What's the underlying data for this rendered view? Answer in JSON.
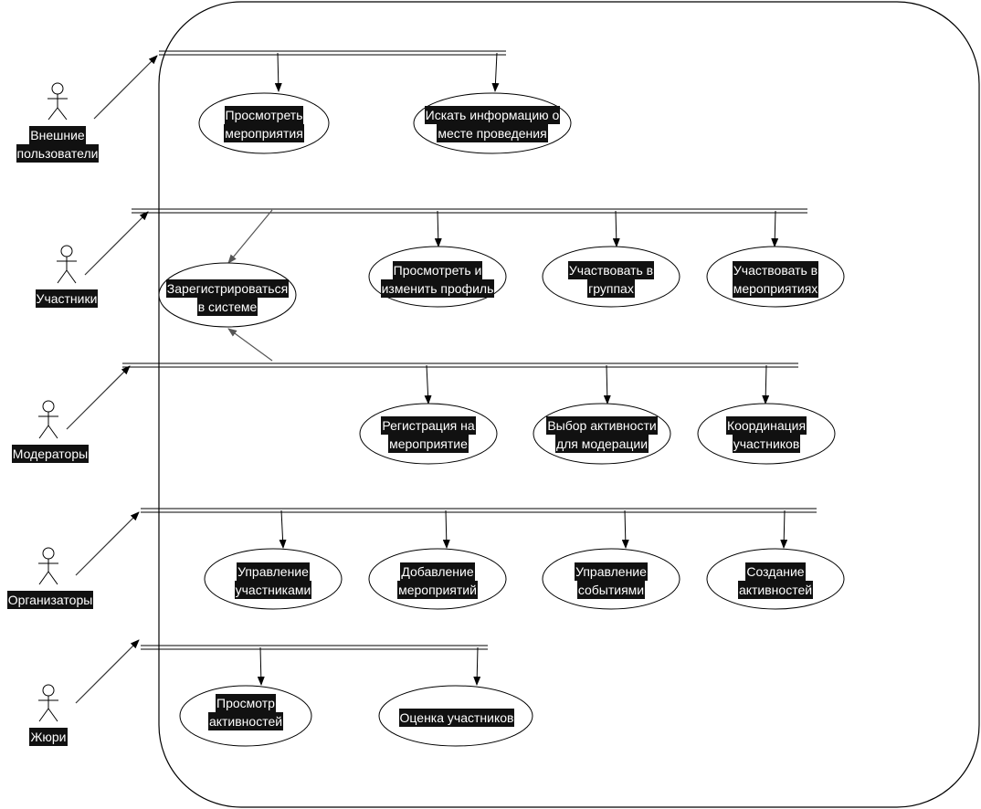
{
  "actors": [
    {
      "id": "external",
      "label_lines": [
        "Внешние",
        "пользователи"
      ]
    },
    {
      "id": "participants",
      "label_lines": [
        "Участники"
      ]
    },
    {
      "id": "moderators",
      "label_lines": [
        "Модераторы"
      ]
    },
    {
      "id": "organizers",
      "label_lines": [
        "Организаторы"
      ]
    },
    {
      "id": "jury",
      "label_lines": [
        "Жюри"
      ]
    }
  ],
  "use_cases": [
    {
      "id": "view-events",
      "label_lines": [
        "Просмотреть",
        "мероприятия"
      ]
    },
    {
      "id": "search-venue",
      "label_lines": [
        "Искать информацию о",
        "месте проведения"
      ]
    },
    {
      "id": "register-system",
      "label_lines": [
        "Зарегистрироваться",
        "в системе"
      ]
    },
    {
      "id": "view-edit-profile",
      "label_lines": [
        "Просмотреть и",
        "изменить профиль"
      ]
    },
    {
      "id": "join-groups",
      "label_lines": [
        "Участвовать в",
        "группах"
      ]
    },
    {
      "id": "join-events",
      "label_lines": [
        "Участвовать в",
        "мероприятиях"
      ]
    },
    {
      "id": "event-registration",
      "label_lines": [
        "Регистрация на",
        "мероприятие"
      ]
    },
    {
      "id": "select-activity",
      "label_lines": [
        "Выбор активности",
        "для модерации"
      ]
    },
    {
      "id": "coordinate-participants",
      "label_lines": [
        "Координация",
        "участников"
      ]
    },
    {
      "id": "manage-participants",
      "label_lines": [
        "Управление",
        "участниками"
      ]
    },
    {
      "id": "add-events",
      "label_lines": [
        "Добавление",
        "мероприятий"
      ]
    },
    {
      "id": "manage-events",
      "label_lines": [
        "Управление",
        "событиями"
      ]
    },
    {
      "id": "create-activities",
      "label_lines": [
        "Создание",
        "активностей"
      ]
    },
    {
      "id": "view-activities",
      "label_lines": [
        "Просмотр",
        "активностей"
      ]
    },
    {
      "id": "rate-participants",
      "label_lines": [
        "Оценка участников"
      ]
    }
  ]
}
